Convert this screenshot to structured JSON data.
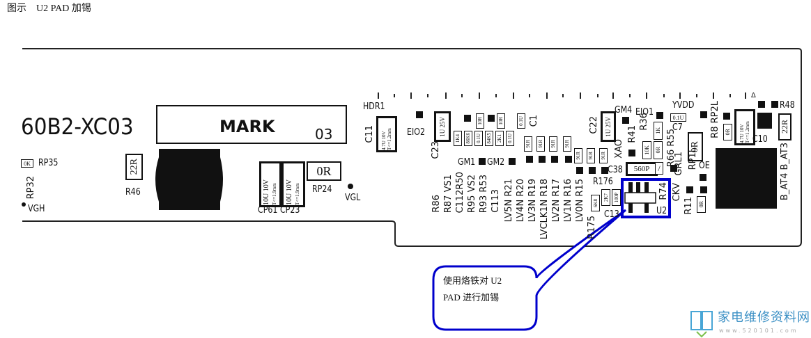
{
  "caption": "图示　U2 PAD 加锡",
  "board": {
    "model": "60B2-XC03",
    "mark": "MARK",
    "mark_num": "03",
    "left": {
      "rp35_val": "0K",
      "rp35": "RP35",
      "rp32": "RP32",
      "vgh": "VGH",
      "r46_val": "22R",
      "r46": "R46",
      "cp_val": "10U 10V",
      "cp_t": "T<=1.9mm",
      "cp_labels": "CP61 CP23",
      "rp24_val": "0R",
      "rp24": "RP24",
      "vgl": "VGL"
    },
    "mid": {
      "hdr1": "HDR1",
      "c11": "C11",
      "c11_val": "4.7U 10V",
      "c11_t": "T<=1.2mm",
      "eio2": "EIO2",
      "c23": "C23",
      "c23_val": "1U 25V",
      "row1": [
        "1K4",
        "86K6",
        "0.1U",
        "84K5",
        "2K1",
        "0.1U"
      ],
      "row0": [
        "10R",
        "10R",
        "0.1U"
      ],
      "c1": "C1",
      "r91": "91R",
      "gm1": "GM1",
      "gm2": "GM2",
      "group_a": [
        "R86",
        "R87 VS1",
        "C112R50",
        "R95 VS2",
        "R93 R53",
        "C113"
      ],
      "group_b": [
        "LV5N R21",
        "LV4N R20",
        "LV3N R19",
        "LVCLK1N R18",
        "LV2N R17",
        "LV1N R16",
        "LV0N R15"
      ]
    },
    "right": {
      "c22": "C22",
      "c22_val": "1U 25V",
      "gm4": "GM4",
      "eio1": "EIO1",
      "yvdd": "YVDD",
      "c7_val": "0.1U",
      "c7": "C7",
      "r41": "R41",
      "r36": "R36",
      "r36_val": "1K",
      "r41_val": "10K",
      "r_0r": "0R",
      "xao": "XAO",
      "r66r55": "R66 R55",
      "r55_val": "0R",
      "c38": "C38",
      "c38_val": "560P",
      "grl1": "GRL1",
      "rp1l": "RP1L",
      "oe": "OE",
      "r176": "R176",
      "r175": "R175",
      "r175_val": "6K8",
      "r176_val": "2K7",
      "c13_val": "100P",
      "c13": "C13",
      "r74": "R74",
      "u2": "U2",
      "ckv": "CKV",
      "r11": "R11",
      "r11_val": "0R",
      "r8rp2l": "R8 RP2L",
      "r8_val": "0R",
      "c10": "C10",
      "c10_val": "4.7U 10V",
      "c10_t": "T<=1.2mm",
      "r48": "R48",
      "r48_val": "22R",
      "bat": "B_AT4 B_AT3",
      "delta": "Δ"
    }
  },
  "callout": {
    "line1": "使用烙铁对 U2",
    "line2": "PAD 进行加锡",
    "color": "#0000cc"
  },
  "watermark": {
    "name": "家电维修资料网",
    "url": "www.520101.com"
  }
}
